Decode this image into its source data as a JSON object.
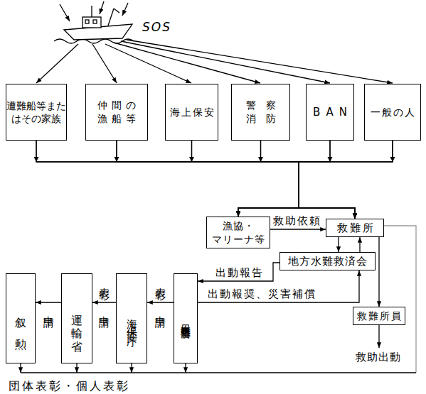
{
  "diagram": {
    "nodes": [
      {
        "text": [
          "遭難船等また はその家族"
        ]
      },
      {
        "text": [
          "仲間の 漁船等"
        ]
      },
      {
        "text": [
          "海上保安"
        ]
      },
      {
        "text": [
          "警察 消防"
        ]
      },
      {
        "text": [
          "BAN"
        ]
      },
      {
        "text": [
          "一般の人"
        ]
      },
      {
        "text": [
          "漁協・ マリーナ等"
        ]
      },
      {
        "text": [
          "救難所"
        ]
      },
      {
        "text": [
          "地方水難救済会"
        ]
      },
      {
        "text": [
          "叙勲"
        ]
      },
      {
        "text": [
          "運輸省"
        ]
      },
      {
        "text": [
          "海上保安庁"
        ]
      },
      {
        "text": [
          "日本水難救済会"
        ]
      },
      {
        "text": [
          "救難所員"
        ]
      }
    ],
    "edges": [
      {
        "from": 0,
        "to": 6,
        "arrow": "to"
      },
      {
        "from": 0,
        "to": 7,
        "arrow": "to"
      },
      {
        "from": 1,
        "to": 6,
        "arrow": "to"
      },
      {
        "from": 1,
        "to": 7,
        "arrow": "to"
      },
      {
        "from": 2,
        "to": 6,
        "arrow": "to"
      },
      {
        "from": 2,
        "to": 7,
        "arrow": "to"
      },
      {
        "from": 3,
        "to": 6,
        "arrow": "to"
      },
      {
        "from": 3,
        "to": 7,
        "arrow": "to"
      },
      {
        "from": 4,
        "to": 6,
        "arrow": "to"
      },
      {
        "from": 4,
        "to": 7,
        "arrow": "to"
      },
      {
        "from": 5,
        "to": 6,
        "arrow": "to"
      },
      {
        "from": 5,
        "to": 7,
        "arrow": "to"
      },
      {
        "from": 6,
        "to": 7,
        "label": "救助依頼",
        "arrow": "to"
      },
      {
        "from": 7,
        "to": 8,
        "arrow": "to"
      },
      {
        "from": 8,
        "to": 7,
        "arrow": "to"
      },
      {
        "from": 7,
        "to": 13,
        "arrow": "to"
      },
      {
        "from": 8,
        "to": 12,
        "label": "出動報告",
        "arrow": "to"
      },
      {
        "from": 12,
        "to": 8,
        "label": "出動報奨、災害補償",
        "arrow": "to"
      },
      {
        "from": 12,
        "to": 11,
        "label": "表彰",
        "arrow": "to"
      },
      {
        "from": 11,
        "to": 10,
        "label": "表彰",
        "arrow": "to"
      },
      {
        "from": 10,
        "to": 9,
        "label": "申請",
        "arrow": "to"
      }
    ],
    "labels": [
      "SOS",
      "申請",
      "申請",
      "救助出動",
      "団体表彰・個人表彰"
    ]
  }
}
